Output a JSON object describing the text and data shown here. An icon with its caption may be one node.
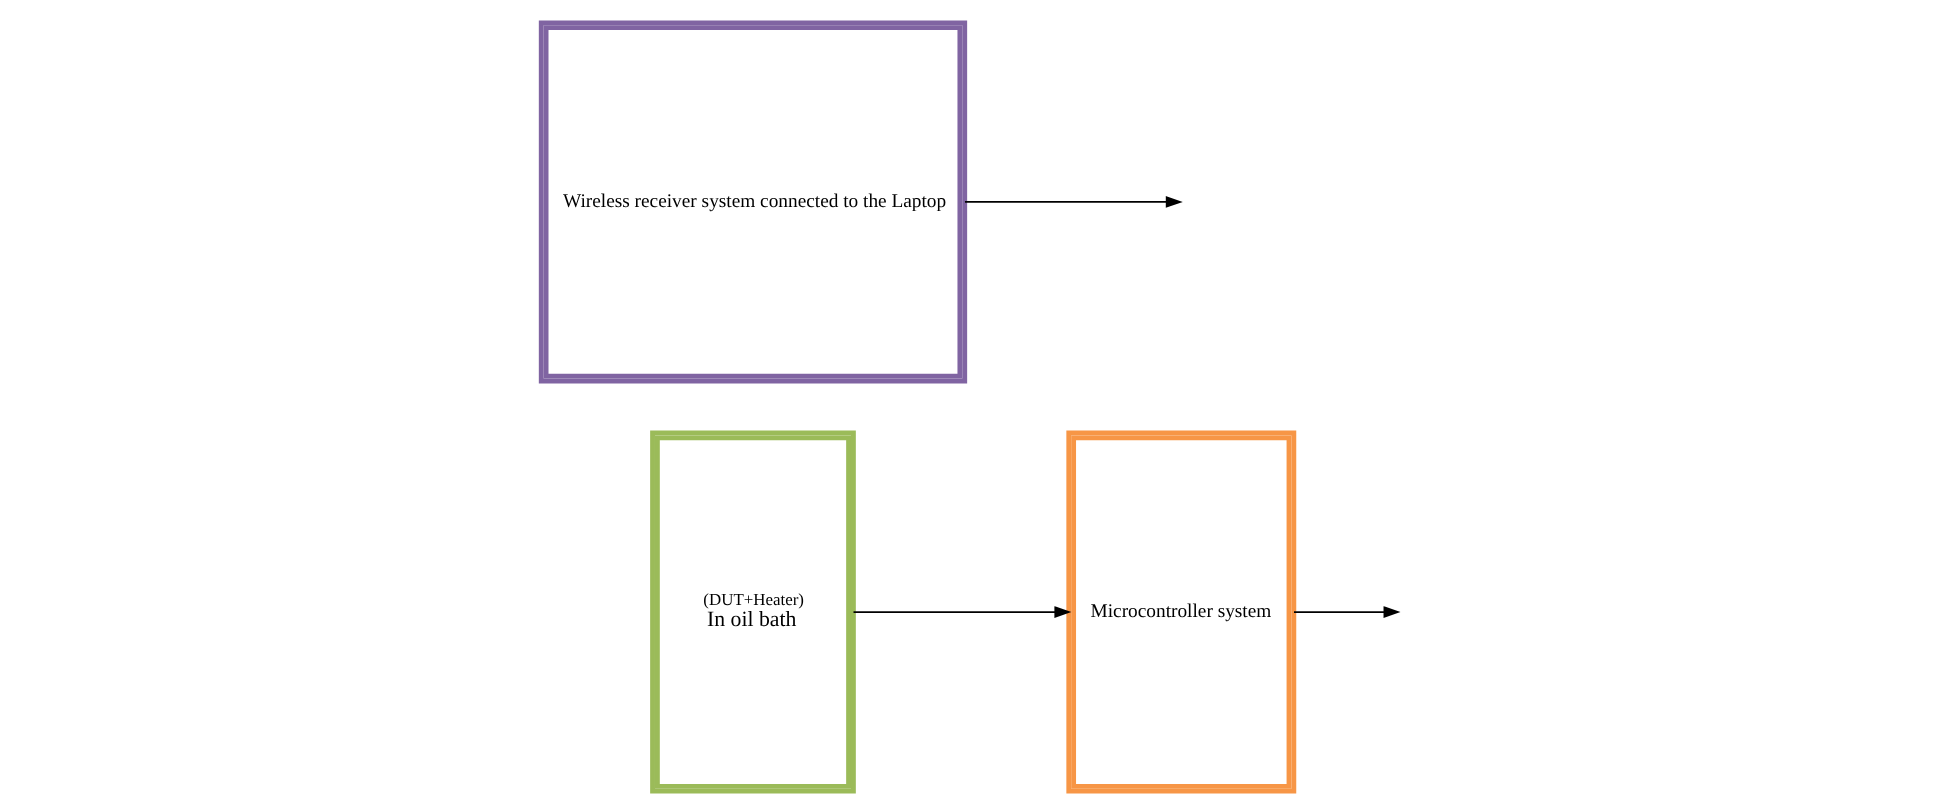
{
  "diagram": {
    "nodes": [
      {
        "text": [
          "(DUT+Heater)",
          "In oil bath"
        ]
      },
      {
        "text": [
          "Microcontroller system"
        ]
      },
      {
        "text": [
          "Wireless receiver system connected to the Laptop"
        ]
      }
    ],
    "edges": [
      {
        "from": 0,
        "to": 1,
        "arrow": "to"
      },
      {
        "from": 1,
        "to": null,
        "arrow": "to"
      },
      {
        "from": 2,
        "to": null,
        "arrow": "to"
      }
    ]
  }
}
